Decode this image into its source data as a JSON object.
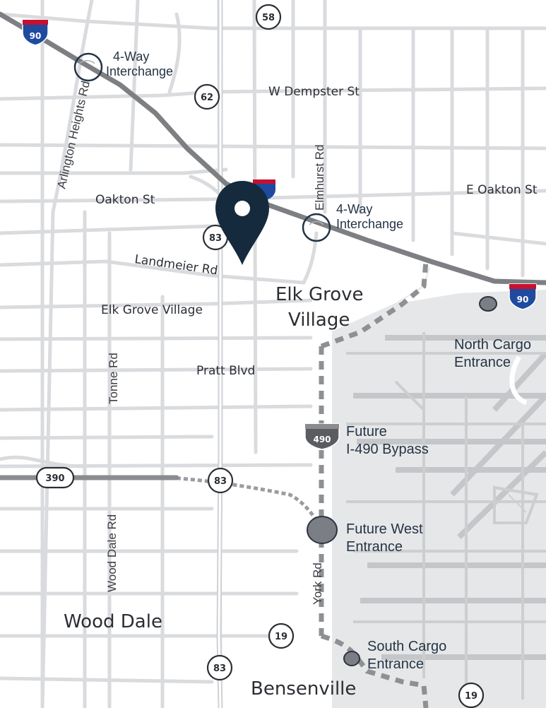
{
  "streets": {
    "w_dempster": "W Dempster St",
    "oakton": "Oakton St",
    "e_oakton": "E Oakton St",
    "landmeier": "Landmeier Rd",
    "pratt": "Pratt Blvd",
    "arlington": "Arlington Heights Rd",
    "elmhurst": "Elmhurst Rd",
    "tonne": "Tonne Rd",
    "wood_dale_rd": "Wood Dale Rd",
    "york": "York Rd"
  },
  "places": {
    "elk_grove_line1": "Elk Grove",
    "elk_grove_line2": "Village",
    "elk_grove_small": "Elk Grove Village",
    "wood_dale": "Wood Dale",
    "bensenville": "Bensenville"
  },
  "shields": {
    "r58": "58",
    "r62": "62",
    "r83_north": "83",
    "r83_mid": "83",
    "r83_south": "83",
    "r390": "390",
    "r19_west": "19",
    "r19_east": "19",
    "i90_west": "90",
    "i90_east": "90",
    "i490": "490"
  },
  "callouts": {
    "interchange_west_l1": "4-Way",
    "interchange_west_l2": "Interchange",
    "interchange_east_l1": "4-Way",
    "interchange_east_l2": "Interchange",
    "north_cargo_l1": "North Cargo",
    "north_cargo_l2": "Entrance",
    "bypass_l1": "Future",
    "bypass_l2": "I-490 Bypass",
    "west_entrance_l1": "Future West",
    "west_entrance_l2": "Entrance",
    "south_cargo_l1": "South Cargo",
    "south_cargo_l2": "Entrance"
  },
  "colors": {
    "pin": "#152a3c",
    "highway": "#7d7f83",
    "airport": "#e6e7e8",
    "interstate_blue": "#1f4aa0",
    "interstate_red": "#c8102e"
  },
  "icons": {
    "location_pin": "map-marker-icon"
  }
}
